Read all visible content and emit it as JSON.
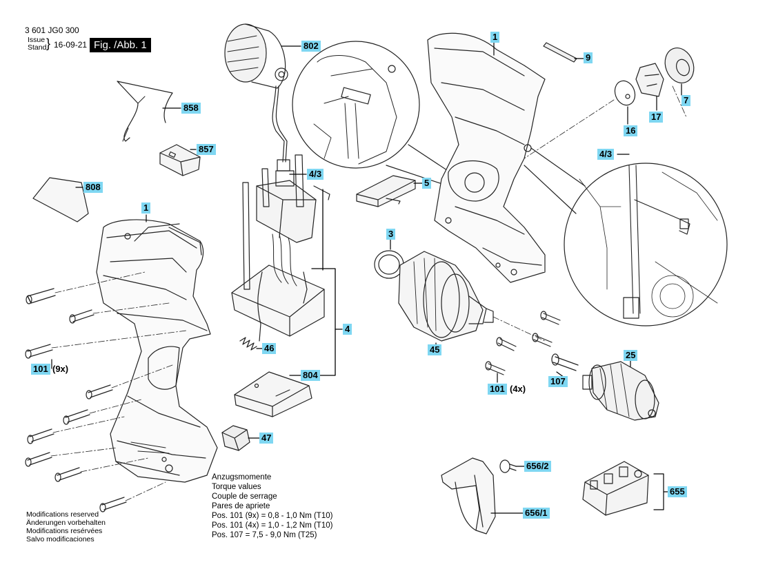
{
  "header": {
    "doc_number": "3 601 JG0 300",
    "issue_label": "Issue",
    "stand_label": "Stand",
    "date": "16-09-21",
    "figure_title": "Fig. /Abb. 1"
  },
  "callouts": {
    "c802": "802",
    "c858": "858",
    "c857": "857",
    "c808": "808",
    "c1_left": "1",
    "c43_mid": "4/3",
    "c4": "4",
    "c46": "46",
    "c804": "804",
    "c47": "47",
    "c101_left": "101",
    "qty101_left": "(9x)",
    "c5": "5",
    "c3": "3",
    "c45": "45",
    "c1_right": "1",
    "c9": "9",
    "c7": "7",
    "c17": "17",
    "c16": "16",
    "c43_right": "4/3",
    "c25": "25",
    "c107": "107",
    "c101_right": "101",
    "qty101_right": "(4x)",
    "c656_2": "656/2",
    "c656_1": "656/1",
    "c655": "655"
  },
  "torque": {
    "lines": [
      "Anzugsmomente",
      "Torque values",
      "Couple de serrage",
      "Pares de apriete",
      "Pos. 101 (9x) = 0,8 - 1,0 Nm (T10)",
      "Pos. 101 (4x) = 1,0 - 1,2 Nm (T10)",
      "Pos. 107 = 7,5 - 9,0 Nm (T25)"
    ]
  },
  "notes": {
    "lines": [
      "Modifications reserved",
      "Änderungen vorbehalten",
      "Modifications resérvées",
      "Salvo modificaciones"
    ]
  },
  "colors": {
    "callout_bg": "#7fd7f2",
    "line": "#000000",
    "title_bg": "#000000"
  }
}
